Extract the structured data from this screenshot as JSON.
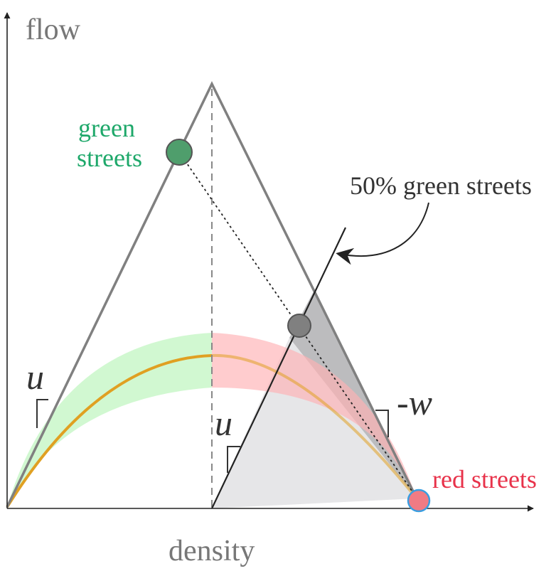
{
  "axes": {
    "x_label": "density",
    "y_label": "flow"
  },
  "labels": {
    "green_streets": [
      "green",
      "streets"
    ],
    "red_streets": "red streets",
    "mixed": "50% green streets",
    "slope_u_left": "u",
    "slope_u_right": "u",
    "slope_w": "-w"
  },
  "colors": {
    "green_band": "#b8f5b8",
    "red_band": "#ffb0b4",
    "curve": "#e0a022",
    "green_point": "#4f9e6c",
    "red_point": "#f07b84",
    "red_point_ring": "#3a9ee0",
    "mixed_point": "#808080",
    "triangle": "#808080",
    "shade_light": "#e6e6e8",
    "shade_dark": "#bcbcbe",
    "green_text": "#1ea86a",
    "red_text": "#e8324a"
  }
}
